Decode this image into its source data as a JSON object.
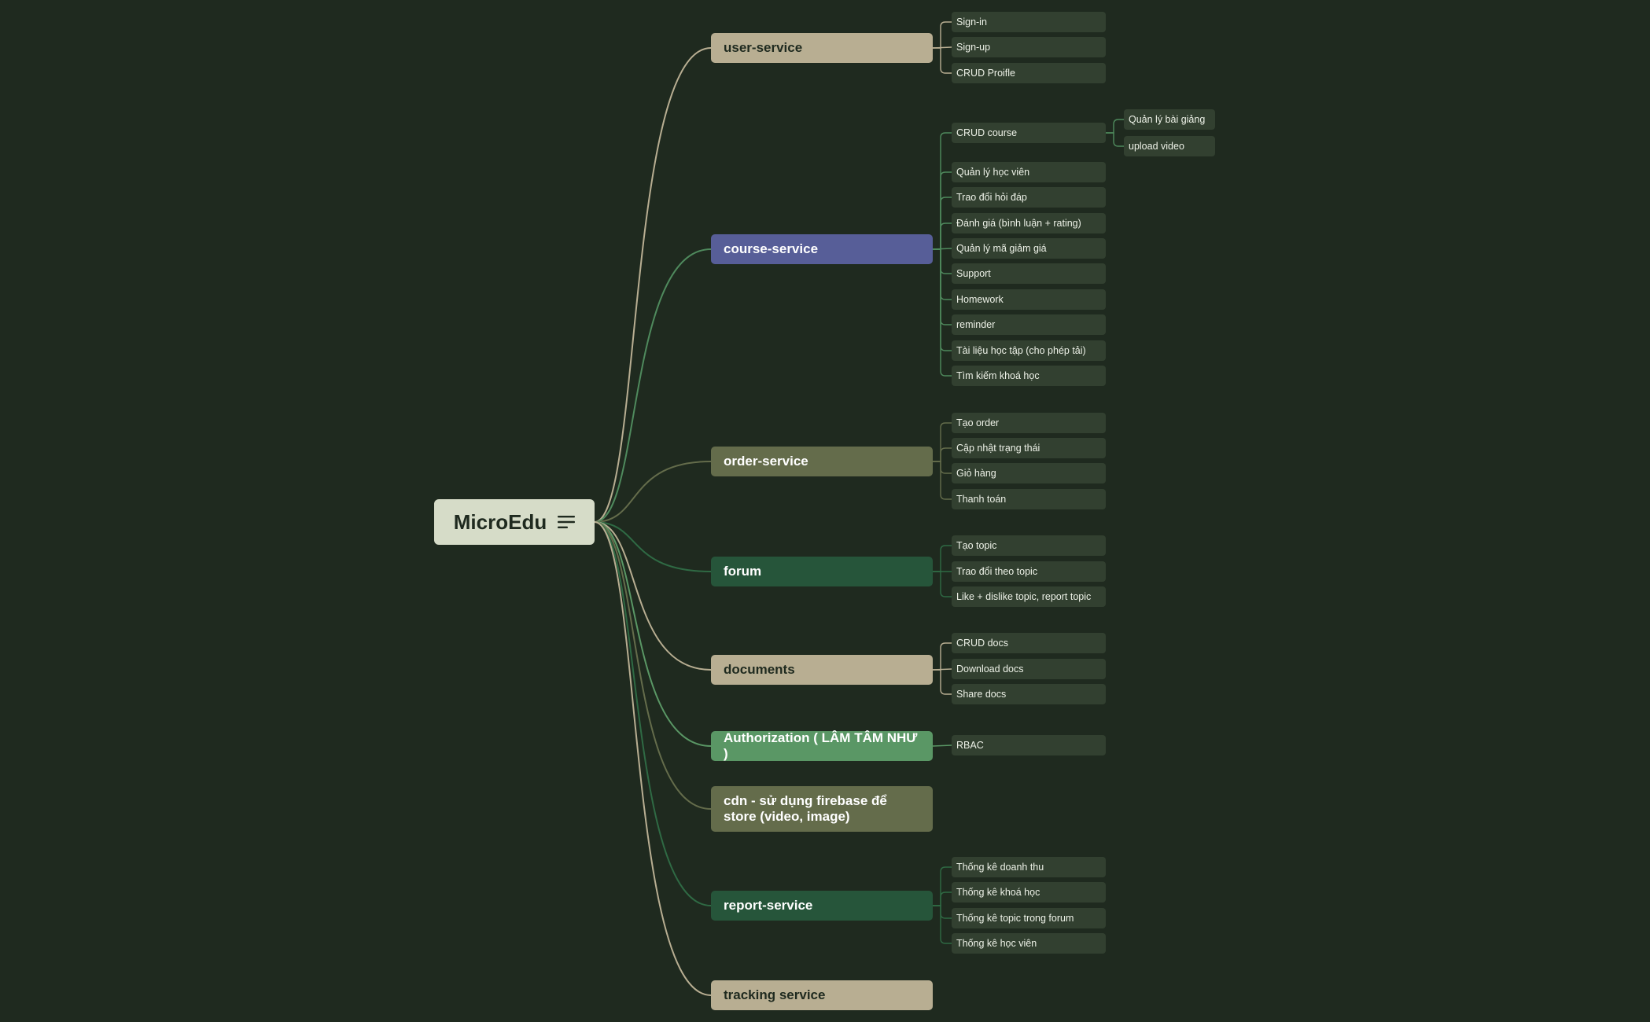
{
  "root": {
    "label": "MicroEdu"
  },
  "colors": {
    "background": "#1f2a1f",
    "leaf_bg": "#324030",
    "beige": "#b8ae92",
    "blue": "#575e98",
    "olive": "#646c4b",
    "green_dark": "#26553a",
    "green_light": "#5a9765"
  },
  "branches": [
    {
      "id": "user",
      "label": "user-service",
      "color": "#b8ae92",
      "text_color": "#1f2a1f",
      "line_color": "#b8ae92",
      "children": [
        {
          "label": "Sign-in"
        },
        {
          "label": "Sign-up"
        },
        {
          "label": "CRUD Proifle"
        }
      ]
    },
    {
      "id": "course",
      "label": "course-service",
      "color": "#575e98",
      "text_color": "#ffffff",
      "line_color": "#4f8a5d",
      "children": [
        {
          "label": "CRUD course",
          "children": [
            {
              "label": "Quản lý bài giảng"
            },
            {
              "label": "upload video"
            }
          ]
        },
        {
          "label": "Quản lý học viên"
        },
        {
          "label": "Trao đổi hỏi đáp"
        },
        {
          "label": "Đánh giá (bình luận + rating)"
        },
        {
          "label": "Quản lý mã giảm giá"
        },
        {
          "label": "Support"
        },
        {
          "label": "Homework"
        },
        {
          "label": "reminder"
        },
        {
          "label": "Tài liệu học tập (cho phép tải)"
        },
        {
          "label": "Tìm kiếm khoá học"
        }
      ]
    },
    {
      "id": "order",
      "label": "order-service",
      "color": "#646c4b",
      "text_color": "#ffffff",
      "line_color": "#646c4b",
      "children": [
        {
          "label": "Tạo order"
        },
        {
          "label": "Cập nhật trạng thái"
        },
        {
          "label": "Giỏ hàng"
        },
        {
          "label": "Thanh toán"
        }
      ]
    },
    {
      "id": "forum",
      "label": "forum",
      "color": "#26553a",
      "text_color": "#ffffff",
      "line_color": "#2f6a44",
      "children": [
        {
          "label": "Tạo topic"
        },
        {
          "label": "Trao đổi theo topic"
        },
        {
          "label": "Like  + dislike topic, report topic"
        }
      ]
    },
    {
      "id": "documents",
      "label": "documents",
      "color": "#b8ae92",
      "text_color": "#1f2a1f",
      "line_color": "#b8ae92",
      "children": [
        {
          "label": "CRUD docs"
        },
        {
          "label": "Download docs"
        },
        {
          "label": "Share docs"
        }
      ]
    },
    {
      "id": "auth",
      "label": "Authorization ( LÂM TÂM NHƯ )",
      "color": "#5a9765",
      "text_color": "#ffffff",
      "line_color": "#5a9765",
      "children": [
        {
          "label": "RBAC"
        }
      ]
    },
    {
      "id": "cdn",
      "label": "cdn - sử dụng firebase để store (video, image)",
      "color": "#646c4b",
      "text_color": "#ffffff",
      "line_color": "#646c4b",
      "children": []
    },
    {
      "id": "report",
      "label": "report-service",
      "color": "#26553a",
      "text_color": "#ffffff",
      "line_color": "#2f6a44",
      "children": [
        {
          "label": "Thống kê doanh thu"
        },
        {
          "label": "Thống kê khoá học"
        },
        {
          "label": "Thống kê topic trong forum"
        },
        {
          "label": "Thống kê học viên"
        }
      ]
    },
    {
      "id": "tracking",
      "label": "tracking service",
      "color": "#b8ae92",
      "text_color": "#1f2a1f",
      "line_color": "#b8ae92",
      "children": []
    }
  ]
}
